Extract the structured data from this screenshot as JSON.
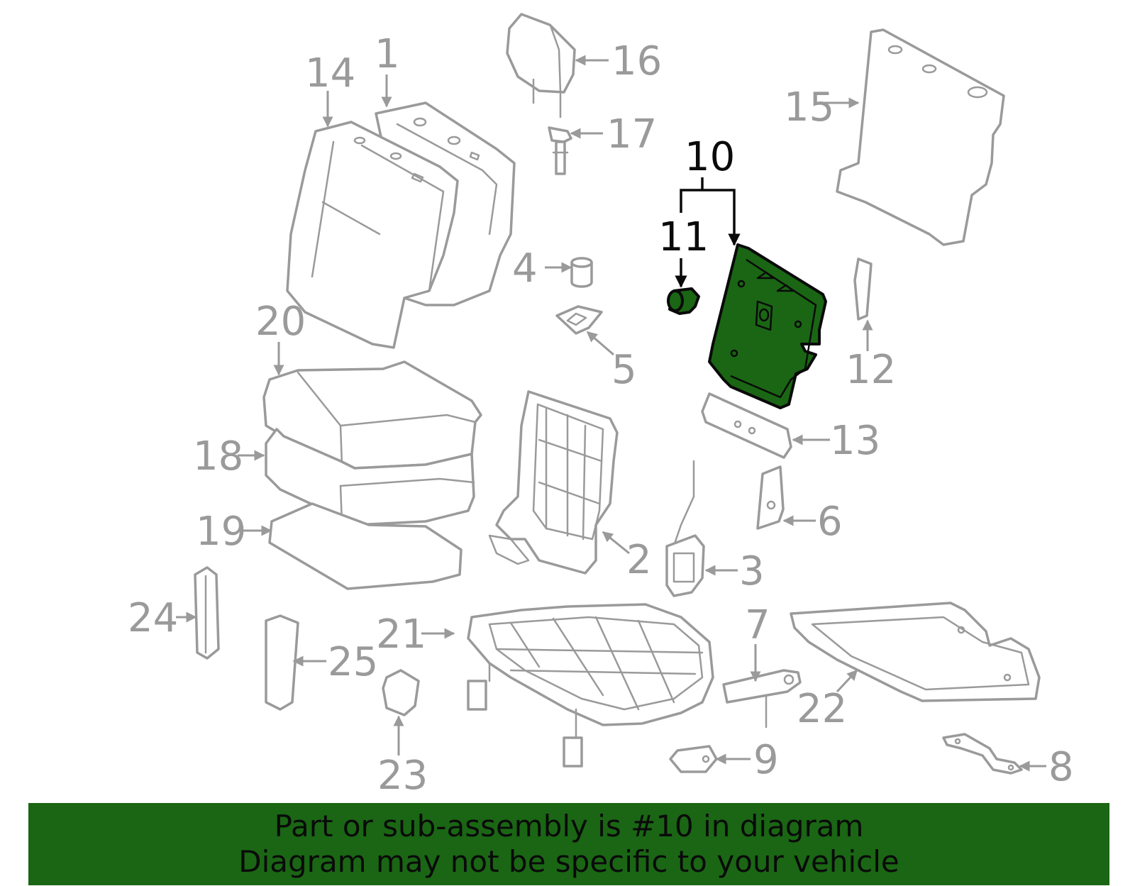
{
  "highlight_color": "#1a6614",
  "line_color": "#9a9a9a",
  "callouts": {
    "c1": "1",
    "c2": "2",
    "c3": "3",
    "c4": "4",
    "c5": "5",
    "c6": "6",
    "c7": "7",
    "c8": "8",
    "c9": "9",
    "c10": "10",
    "c11": "11",
    "c12": "12",
    "c13": "13",
    "c14": "14",
    "c15": "15",
    "c16": "16",
    "c17": "17",
    "c18": "18",
    "c19": "19",
    "c20": "20",
    "c21": "21",
    "c22": "22",
    "c23": "23",
    "c24": "24",
    "c25": "25"
  },
  "banner": {
    "line1": "Part or sub-assembly is #10 in diagram",
    "line2": "Diagram may not be specific to your vehicle"
  }
}
